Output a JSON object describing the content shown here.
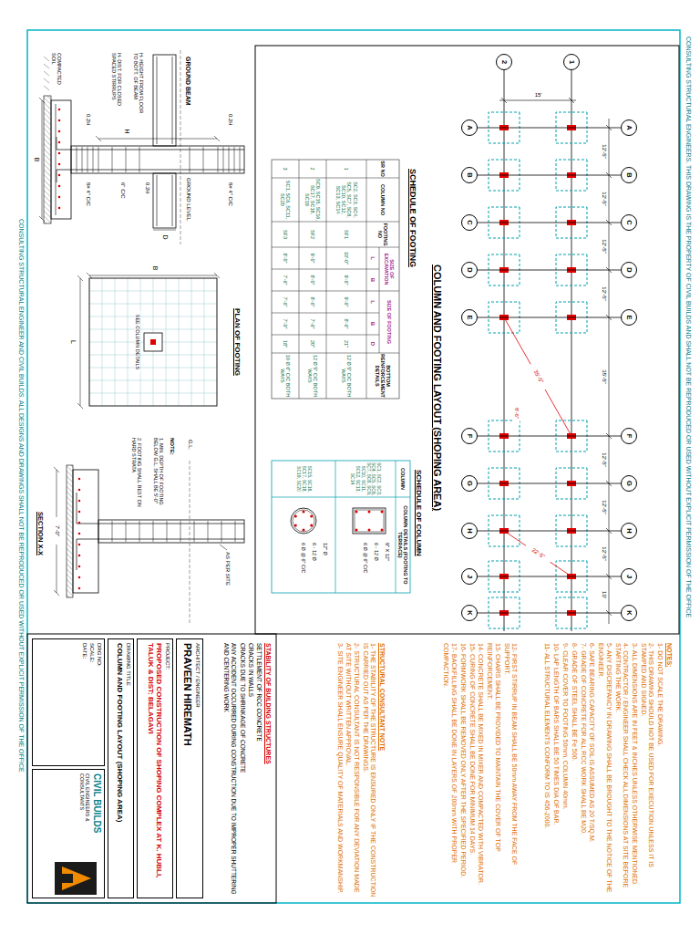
{
  "diagram": {
    "title": "COLUMN AND FOOTING LAYOUT (SHOPING AREA)",
    "nodes": [
      {
        "text": [
          "1"
        ]
      },
      {
        "text": [
          "2"
        ]
      },
      {
        "text": [
          "A"
        ]
      },
      {
        "text": [
          "B"
        ]
      },
      {
        "text": [
          "C"
        ]
      },
      {
        "text": [
          "D"
        ]
      },
      {
        "text": [
          "E"
        ]
      },
      {
        "text": [
          "F"
        ]
      },
      {
        "text": [
          "G"
        ]
      },
      {
        "text": [
          "H"
        ]
      },
      {
        "text": [
          "J"
        ]
      },
      {
        "text": [
          "K"
        ]
      },
      {
        "text": [
          "A"
        ]
      },
      {
        "text": [
          "B"
        ]
      },
      {
        "text": [
          "C"
        ]
      },
      {
        "text": [
          "D"
        ]
      },
      {
        "text": [
          "E"
        ]
      },
      {
        "text": [
          "F"
        ]
      },
      {
        "text": [
          "G"
        ]
      },
      {
        "text": [
          "H"
        ]
      },
      {
        "text": [
          "J"
        ]
      },
      {
        "text": [
          "K"
        ]
      },
      {
        "text": [
          "ARCHITECT / ENGINEER",
          "PRAVEEN HIREMATH"
        ]
      },
      {
        "text": [
          "PROJECT:",
          "PROPOSED CONSTRUCTION OF SHOPING COMPLEX AT K. HUBLI, TALUK & DIST: BELAGAVI"
        ]
      },
      {
        "text": [
          "DRAWING TITLE",
          "COLUMN AND FOOTING LAYOUT (SHOPING AREA)"
        ]
      },
      {
        "text": [
          "DRG NO:",
          "SCALE:",
          "DATE:"
        ]
      },
      {
        "text": [
          "CIVIL BUILDS",
          "CIVIL ENGINEERS & CONSULTANTS"
        ]
      }
    ],
    "edges": [
      {
        "from": 2,
        "to": 12,
        "arrow": "none"
      },
      {
        "from": 3,
        "to": 13,
        "arrow": "none"
      },
      {
        "from": 4,
        "to": 14,
        "arrow": "none"
      },
      {
        "from": 5,
        "to": 15,
        "arrow": "none"
      },
      {
        "from": 6,
        "to": 16,
        "arrow": "none"
      },
      {
        "from": 7,
        "to": 17,
        "arrow": "none"
      },
      {
        "from": 8,
        "to": 18,
        "arrow": "none"
      },
      {
        "from": 9,
        "to": 19,
        "arrow": "none"
      },
      {
        "from": 10,
        "to": 20,
        "arrow": "none"
      },
      {
        "from": 11,
        "to": 21,
        "arrow": "none"
      }
    ],
    "labels": [
      "SCHEDULE OF FOOTING",
      "SR NO",
      "COLUMN NO",
      "FOOTING NO",
      "SIZE OF EXCAVATION",
      "SIZE OF FOOTING",
      "BOTTOM REINFORCEMENT DETAILS",
      "L",
      "B",
      "L",
      "B",
      "D",
      "1",
      "SC2, SC3, SC4, SC5, SC7, SC8, SC10, SC12, SC13, SC14",
      "SF1",
      "10'-0\"",
      "9'-6\"",
      "9'-6\"",
      "8'-6\"",
      "21\"",
      "12 Ø 5\" C/C BOTH WAYS",
      "2",
      "SC9, SC15, SC16, SC17, SC18, SC19",
      "SF2",
      "9'-0\"",
      "8'-0\"",
      "8'-6\"",
      "7'-6\"",
      "20\"",
      "12 Ø 5\" C/C BOTH WAYS",
      "3",
      "SC1, SC6, SC11, SC20",
      "SF3",
      "8'-0\"",
      "7'-6\"",
      "7'-6\"",
      "7'-0\"",
      "18\"",
      "10 Ø 6\" C/C BOTH WAYS",
      "SCHEDULE OF COLUMN",
      "COLUMN",
      "COLUMN DETAILS (FOOTING TO TERRACE)",
      "SC1, SC2, SC3, SC4, SC5, SC6, SC7, SC8, SC9, SC10, SC11, SC12, SC13, SC14",
      "SC15, SC16, SC17, SC18, SC19, SC20",
      "9\" X 12\"",
      "6 - 12 Ø",
      "6 Ø @ 6\" C/C",
      "12\" Ø",
      "6 - 12 Ø",
      "6 Ø @ 6\" C/C",
      "15'",
      "12'-5\"",
      "12'-5\"",
      "12'-5\"",
      "12'-5\"",
      "35'-5\"",
      "12'-5\"",
      "12'-5\"",
      "12'-5\"",
      "10'",
      "35'-5\"",
      "8'-6\"",
      "22'-5\"",
      "NOTES:",
      "1- DO NOT SCALE THE DRAWING.",
      "2- THIS DRAWING SHOULD NOT BE USED FOR EXECUTION UNLESS IT IS STAMPED AND SIGNED.",
      "3- ALL DIMENSIONS ARE IN FEET & INCHES UNLESS OTHERWISE MENTIONED.",
      "4- CONTRACTOR / ENGINEER SHALL CHECK ALL DIMENSIONS AT SITE BEFORE STARTING THE WORK.",
      "5- ANY DISCREPANCY IN DRAWING SHALL BE BROUGHT TO THE NOTICE OF THE ENGINEER.",
      "6- SAFE BEARING CAPACITY OF SOIL IS ASSUMED AS 20 T/SQ.M.",
      "7- GRADE OF CONCRETE FOR ALL RCC WORK SHALL BE M20.",
      "8- GRADE OF STEEL SHALL BE Fe 500.",
      "9- CLEAR COVER TO FOOTING 50mm, COLUMN 40mm.",
      "10- LAP LENGTH OF BARS SHALL BE 50 TIMES DIA OF BAR.",
      "11- ALL STRUCTURAL ELEMENTS CONFORM TO IS 456-2000.",
      "12- FIRST STIRRUP IN BEAM SHALL BE 50mm AWAY FROM THE FACE OF SUPPORT.",
      "13- CHAIRS SHALL BE PROVIDED TO MAINTAIN THE COVER OF TOP REINFORCEMENT.",
      "14- CONCRETE SHALL BE MIXED IN MIXER AND COMPACTED WITH VIBRATOR.",
      "15- CURING OF CONCRETE SHALL BE DONE FOR MINIMUM 14 DAYS.",
      "16- FORMWORK SHALL BE REMOVED ONLY AFTER THE SPECIFIED PERIOD.",
      "17- BACKFILLING SHALL BE DONE IN LAYERS OF 200mm WITH PROPER COMPACTION.",
      "STRUCTURAL CONSULTANT NOTE",
      "1- THE STABILITY OF THE STRUCTURE IS ENSURED ONLY IF THE CONSTRUCTION IS CARRIED OUT AS PER THE DRAWINGS.",
      "2- STRUCTURAL CONSULTANT IS NOT RESPONSIBLE FOR ANY DEVIATION MADE AT SITE WITHOUT WRITTEN APPROVAL.",
      "3- SITE ENGINEER SHALL ENSURE QUALITY OF MATERIALS AND WORKMANSHIP.",
      "STABILITY OF BUILDING STRUCTURES",
      "SETTLEMENT OF RCC CONCRETE",
      "CRACKS IN WALLS",
      "CRACKS DUE TO SHRINKAGE OF CONCRETE",
      "ANY ACCIDENT OCCURRED DURING CONSTRUCTION DUE TO IMPROPER SHUTTERING AND CENTERING WORK",
      "CONSULTING STRUCTURAL ENGINEER AND CIVIL BUILDS. ALL DESIGNS AND DRAWINGS SHALL NOT BE REPRODUCED OR USED WITHOUT EXPLICIT PERMISSION OF THE OFFICE",
      "CONSULTING STRUCTURAL ENGINEERS. THIS DRAWING IS THE PROPERTY OF CIVIL BUILDS AND SHALL NOT BE REPRODUCED OR USED WITHOUT EXPLICIT PERMISSION OF THE OFFICE",
      "GROUND BEAM",
      "D",
      "B",
      "H",
      "0.2H",
      "0.2H",
      "0.2H",
      "8# 4\" C/C",
      "6\" C/C",
      "8# 4\" C/C",
      "H- HEIGHT FROM FLOOR TO BOTT. OF BEAM",
      "H- DIST. FOR CLOSED SPACED STIRRUPS",
      "COMPACTED SOIL",
      "GROUND LEVEL",
      "PLAN OF FOOTING",
      "SEE COLUMN DETAILS",
      "B",
      "L",
      "SECTION X-X",
      "NOTE:",
      "1. MIN. DEPTH OF FOOTING BELOW G.L. SHALL BE 5'-0\"",
      "2. FOOTING SHALL REST ON HARD STRATA",
      "7'-0\"",
      "AS PER SITE",
      "G.L."
    ]
  }
}
